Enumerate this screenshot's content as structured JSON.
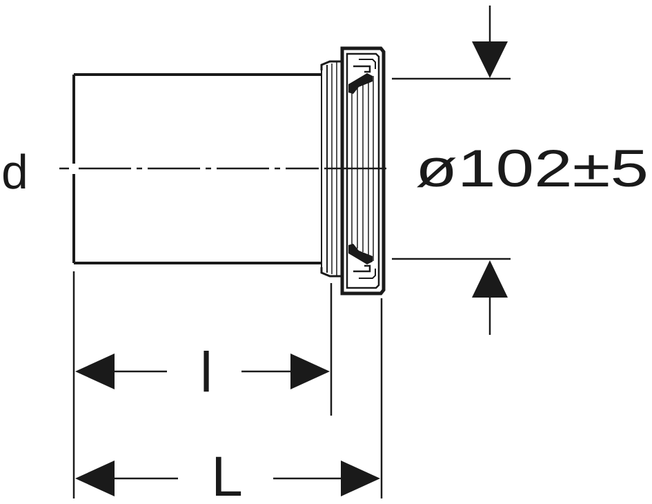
{
  "labels": {
    "diameter_symbol": "d",
    "outer_diameter": "ø102±5",
    "socket_length": "l",
    "total_length": "L"
  },
  "colors": {
    "stroke": "#1a1a1a",
    "background": "#ffffff"
  }
}
